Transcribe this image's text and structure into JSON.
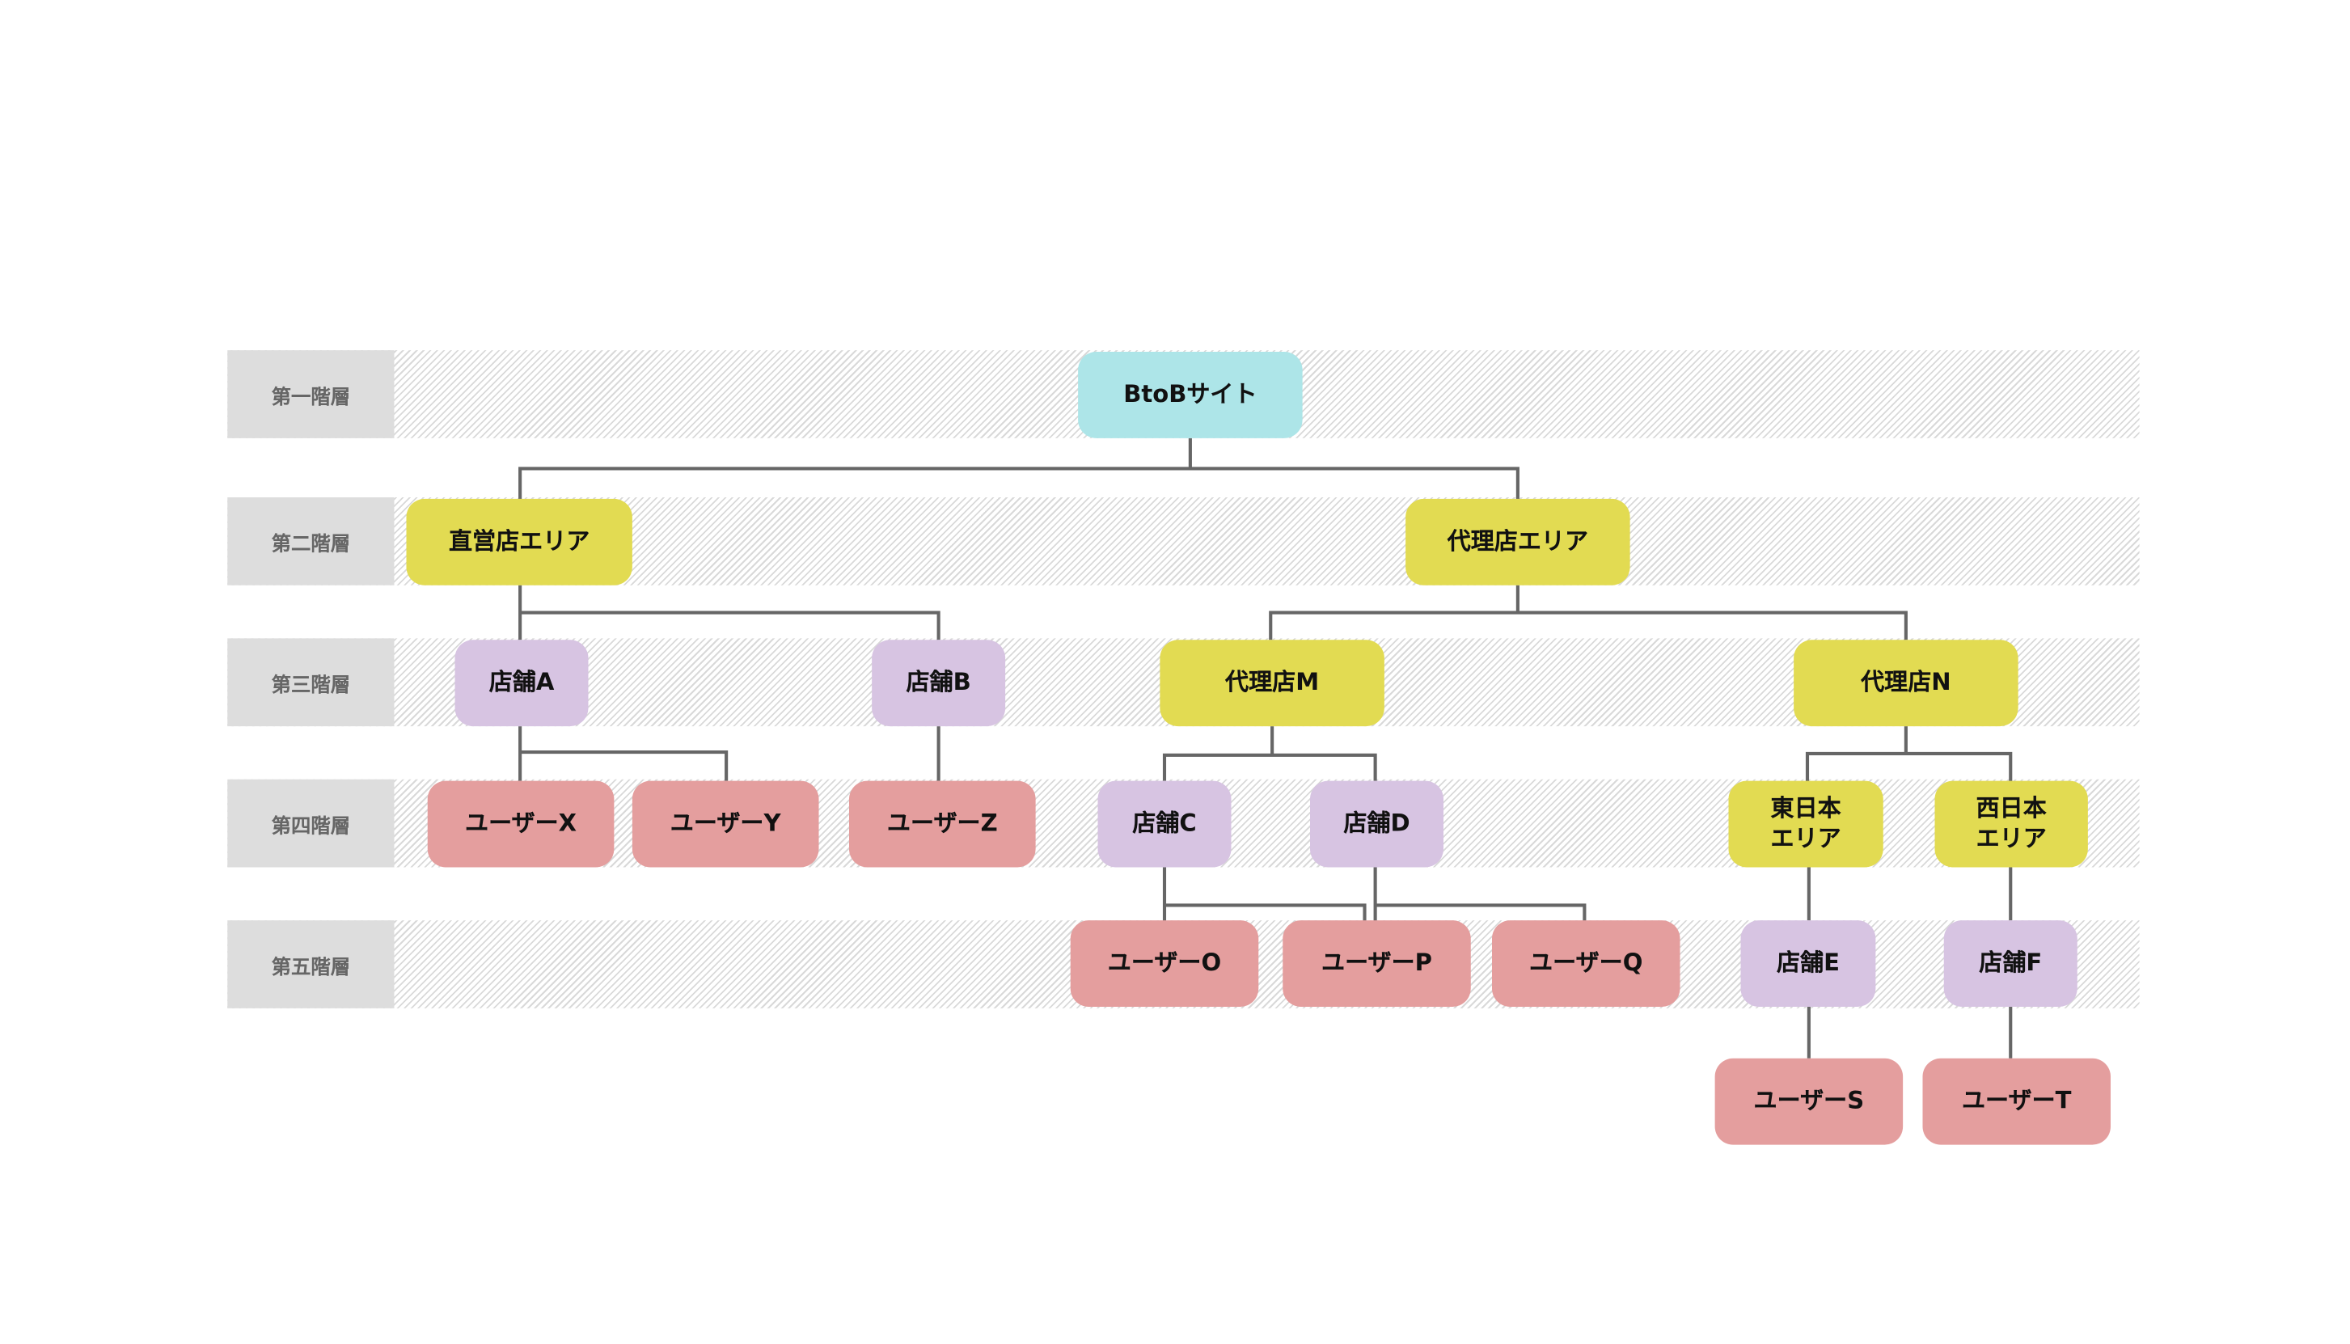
{
  "levels": [
    "第一階層",
    "第二階層",
    "第三階層",
    "第四階層",
    "第五階層"
  ],
  "colors": {
    "root": "#ade5e8",
    "area": "#e2db52",
    "store": "#d7c4e2",
    "user": "#e49e9e",
    "connector": "#666666",
    "level_label_bg": "#dddddd"
  },
  "nodes": {
    "root": "BtoBサイト",
    "direct_area": "直営店エリア",
    "agency_area": "代理店エリア",
    "store_a": "店舗A",
    "store_b": "店舗B",
    "agency_m": "代理店M",
    "agency_n": "代理店N",
    "user_x": "ユーザーX",
    "user_y": "ユーザーY",
    "user_z": "ユーザーZ",
    "store_c": "店舗C",
    "store_d": "店舗D",
    "east_area": "東日本\nエリア",
    "west_area": "西日本\nエリア",
    "user_o": "ユーザーO",
    "user_p": "ユーザーP",
    "user_q": "ユーザーQ",
    "store_e": "店舗E",
    "store_f": "店舗F",
    "user_s": "ユーザーS",
    "user_t": "ユーザーT"
  }
}
